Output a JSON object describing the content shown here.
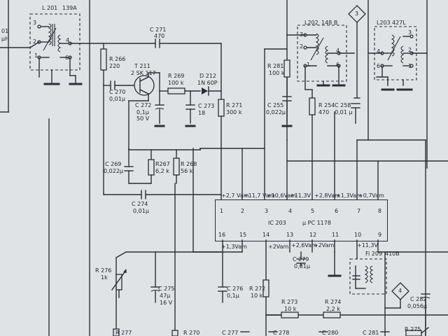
{
  "coils": {
    "l201": {
      "ref": "L 201",
      "code": "139A",
      "pins": [
        "3",
        "2",
        "1",
        "4",
        "6"
      ]
    },
    "l202": {
      "ref": "L202",
      "code": "148 B",
      "pins": [
        "3",
        "2",
        "1",
        "4",
        "6"
      ]
    },
    "l203": {
      "ref": "L203",
      "code": "427L",
      "pins": [
        "4",
        "2",
        "6",
        "3",
        "1"
      ]
    },
    "fi209": {
      "ref": "Fi 209",
      "code": "410B"
    }
  },
  "edge_left": [
    "01",
    "μH"
  ],
  "markers": [
    "3",
    "4"
  ],
  "components": {
    "c271": [
      "C 271",
      "470"
    ],
    "r266": [
      "R 266",
      "220"
    ],
    "t211": [
      "T 211",
      "2 SK 117"
    ],
    "c270": [
      "C 270",
      "0,01μ"
    ],
    "r269": [
      "R 269",
      "100 k"
    ],
    "d212": [
      "D 212",
      "1N 60P"
    ],
    "c272": [
      "C 272",
      "0,1μ",
      "50 V"
    ],
    "c273": [
      "C 273",
      "18"
    ],
    "r271": [
      "R 271",
      "300 k"
    ],
    "r281": [
      "R 281",
      "100 k"
    ],
    "c255": [
      "C 255",
      "0,022μ"
    ],
    "r254": [
      "R 254",
      "470"
    ],
    "c258": [
      "C 258",
      "0,01 μ"
    ],
    "c269": [
      "C 269",
      "0,022μ"
    ],
    "r267": [
      "R267",
      "6,2 k"
    ],
    "r268": [
      "R 268",
      "56 k"
    ],
    "c274": [
      "C 274",
      "0,01μ"
    ],
    "r276": [
      "R 276",
      "1k"
    ],
    "c275": [
      "C 275",
      "47μ",
      "16 V"
    ],
    "c276": [
      "C 276",
      "0,1μ"
    ],
    "r272": [
      "R 272",
      "10 k"
    ],
    "r273": [
      "R 273",
      "10 k"
    ],
    "r274": [
      "R 274",
      "2,2 k"
    ],
    "c279": [
      "C 279",
      "0,01μ"
    ],
    "c282": [
      "C 282",
      "0,056μ"
    ],
    "bottom": [
      "R 277",
      "R 270",
      "C 277",
      "C 278",
      "C 280",
      "C 281",
      "R 275"
    ]
  },
  "ic": {
    "ref": "IC 203",
    "part": "μ PC 1178",
    "top_pins": [
      "1",
      "2",
      "3",
      "4",
      "5",
      "6",
      "7",
      "8"
    ],
    "bottom_pins": [
      "16",
      "15",
      "14",
      "13",
      "12",
      "11",
      "10",
      "9"
    ]
  },
  "voltages": {
    "top": [
      "+2,7 Vam",
      "+11,7 Vam",
      "+10,6Vam",
      "+11,3V",
      "+2,8Vam",
      "+1,3Vam",
      "+0,7Vam"
    ],
    "bottom": [
      "+1,3Vam",
      "+2Vam",
      "+2,6Vam",
      "+2Vam",
      "+11,3V"
    ]
  }
}
